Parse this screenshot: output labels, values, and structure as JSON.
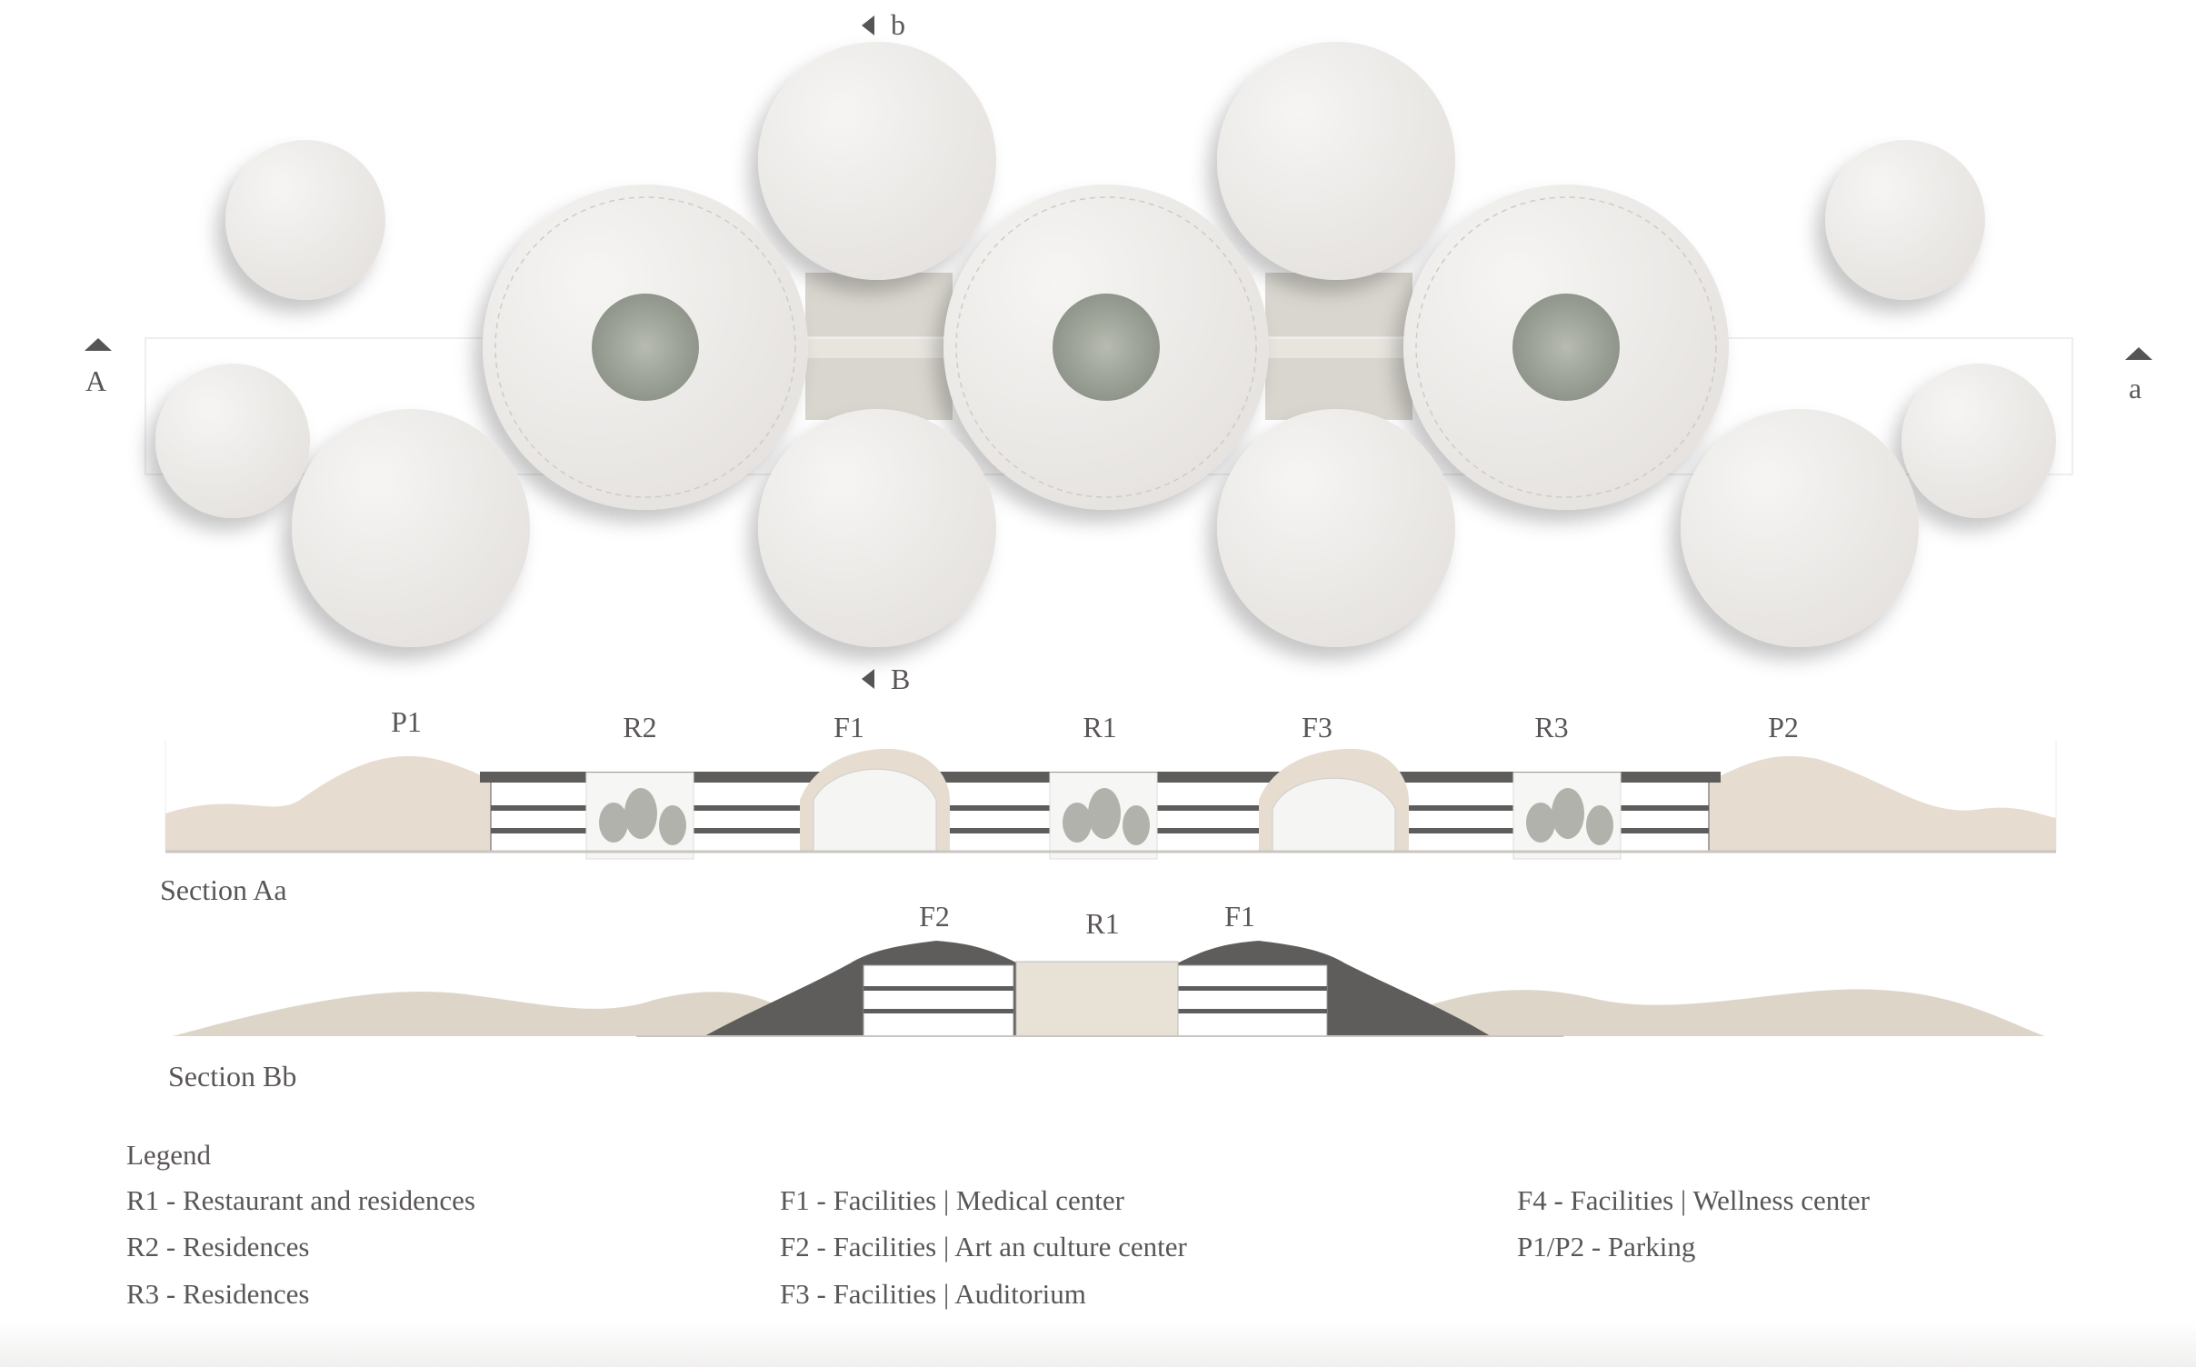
{
  "plan": {
    "markers": {
      "b_top": "b",
      "B_bottom": "B",
      "A_left": "A",
      "a_right": "a"
    }
  },
  "section_aa": {
    "title": "Section Aa",
    "labels": [
      "P1",
      "R2",
      "F1",
      "R1",
      "F3",
      "R3",
      "P2"
    ]
  },
  "section_bb": {
    "title": "Section Bb",
    "labels": [
      "F2",
      "R1",
      "F1"
    ]
  },
  "legend": {
    "title": "Legend",
    "items": [
      "R1 - Restaurant and residences",
      "R2 - Residences",
      "R3 - Residences",
      "F1 - Facilities | Medical center",
      "F2 - Facilities | Art an culture center",
      "F3 - Facilities | Auditorium",
      "F4 - Facilities | Wellness center",
      "P1/P2 - Parking"
    ]
  },
  "colors": {
    "roof": "#efecea",
    "sand": "#e6ddd0",
    "dark": "#5f5c5c",
    "text": "#5a5656",
    "courtyard": "#9aa095"
  }
}
